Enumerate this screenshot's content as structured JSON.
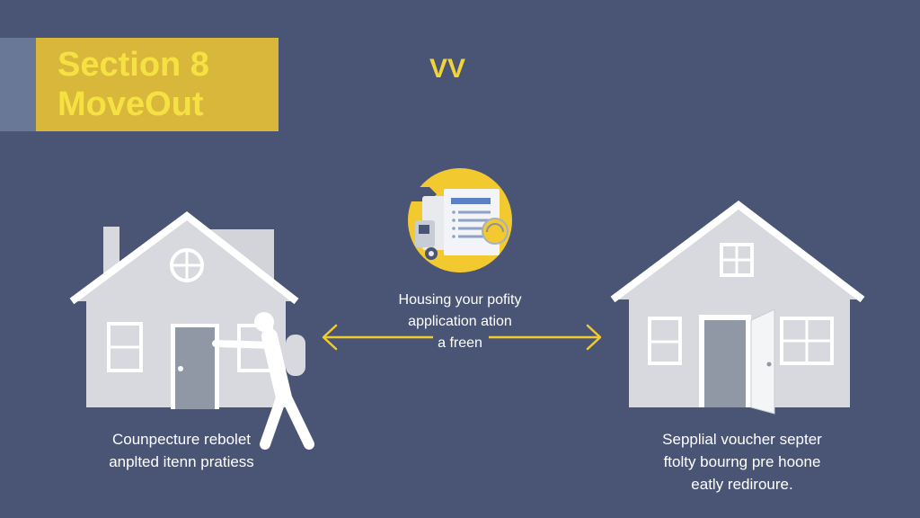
{
  "header": {
    "title_line1": "Section 8",
    "title_line2": "MoveOut",
    "top_mark": "VV"
  },
  "center": {
    "line1": "Housing your pofity",
    "line2": "application ation",
    "line3": "a freen"
  },
  "left_caption": {
    "line1": "Counpecture rebolet",
    "line2": "anplted itenn pratiess"
  },
  "right_caption": {
    "line1": "Sepplial voucher septer",
    "line2": "ftolty bourng pre hoone",
    "line3": "eatly rediroure."
  },
  "colors": {
    "background": "#4a5575",
    "title_box": "#d9b73a",
    "title_text": "#f6e142",
    "accent_yellow": "#f2c92e",
    "house_fill": "#d7d9de",
    "door": "#8f98a4"
  },
  "icons": [
    "left-house-icon",
    "walking-person-icon",
    "moving-truck-document-icon",
    "double-arrow-icon",
    "right-house-icon"
  ]
}
